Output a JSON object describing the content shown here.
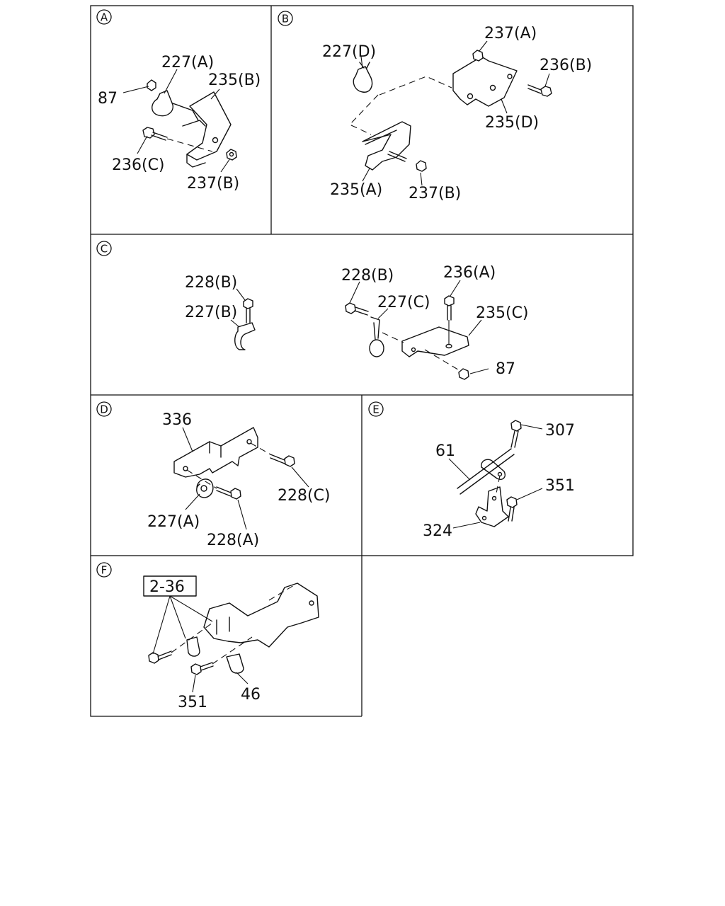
{
  "panels": {
    "A": {
      "letter": "A",
      "labels": {
        "p87": "87",
        "p227A": "227(A)",
        "p235B": "235(B)",
        "p236C": "236(C)",
        "p237B": "237(B)"
      }
    },
    "B": {
      "letter": "B",
      "labels": {
        "p227D": "227(D)",
        "p237A": "237(A)",
        "p236B": "236(B)",
        "p235D": "235(D)",
        "p235A": "235(A)",
        "p237B": "237(B)"
      }
    },
    "C": {
      "letter": "C",
      "labels": {
        "p228B_1": "228(B)",
        "p227B": "227(B)",
        "p228B_2": "228(B)",
        "p236A": "236(A)",
        "p227C": "227(C)",
        "p235C": "235(C)",
        "p87": "87"
      }
    },
    "D": {
      "letter": "D",
      "labels": {
        "p336": "336",
        "p228C": "228(C)",
        "p227A": "227(A)",
        "p228A": "228(A)"
      }
    },
    "E": {
      "letter": "E",
      "labels": {
        "p307": "307",
        "p61": "61",
        "p351": "351",
        "p324": "324"
      }
    },
    "F": {
      "letter": "F",
      "labels": {
        "ref": "2-36",
        "p351": "351",
        "p46": "46"
      }
    }
  }
}
